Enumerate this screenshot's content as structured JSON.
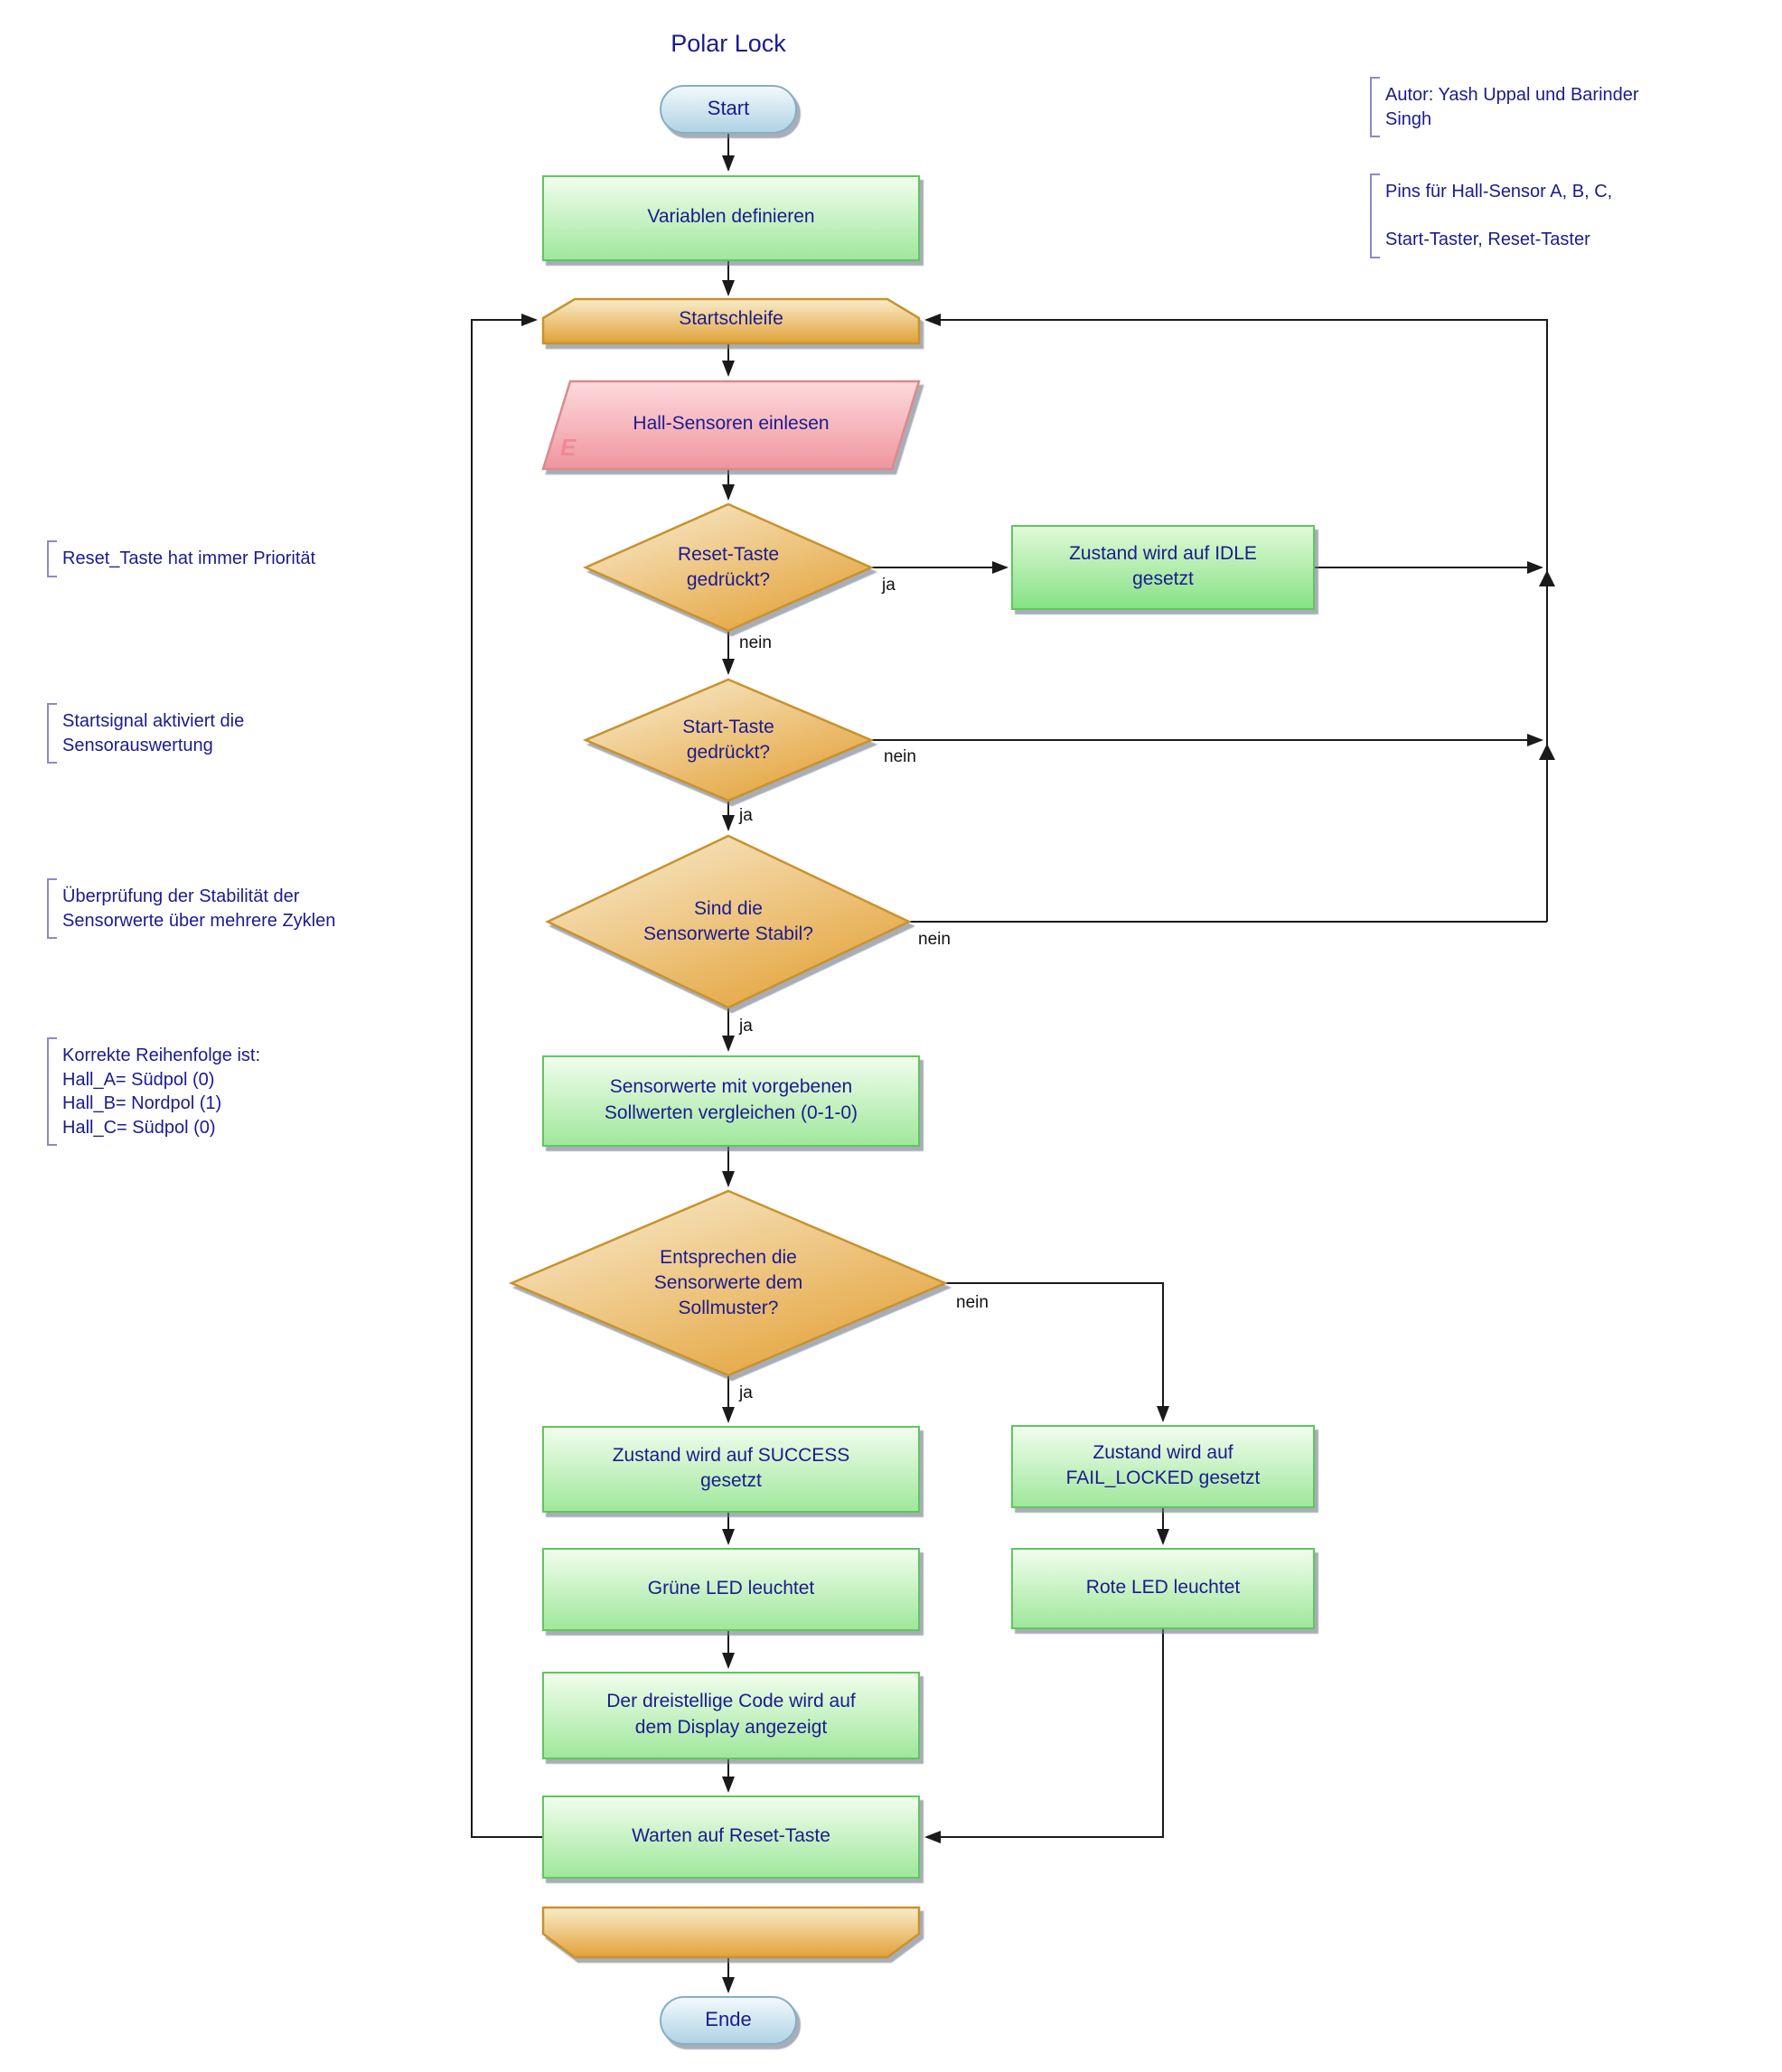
{
  "title": "Polar Lock",
  "colors": {
    "text_navy": "#1b1b8f",
    "edge_label": "#111111",
    "green_fill_light": "#ecfbe8",
    "green_fill_dark": "#9fe79b",
    "green_border": "#5ec75e",
    "orange_fill_light": "#f8ecce",
    "orange_fill_dark": "#e4a33b",
    "orange_border": "#c8922d",
    "pink_fill_light": "#fcd9dc",
    "pink_fill_dark": "#f099a2",
    "pink_border": "#d98b8b",
    "blue_fill_light": "#eff8fc",
    "blue_fill_dark": "#aed2e3",
    "blue_border": "#85afc4",
    "line_color": "#1a1a1a"
  },
  "nodes": {
    "start": {
      "label": "Start"
    },
    "variablen": {
      "label": "Variablen definieren"
    },
    "startschleife": {
      "label": "Startschleife"
    },
    "hall": {
      "label": "Hall-Sensoren einlesen",
      "marker": "E"
    },
    "reset_q": {
      "label": "Reset-Taste\ngedrückt?"
    },
    "idle": {
      "label": "Zustand wird auf IDLE\ngesetzt"
    },
    "start_q": {
      "label": "Start-Taste\ngedrückt?"
    },
    "stabil_q": {
      "label": "Sind die\nSensorwerte Stabil?"
    },
    "sollwert": {
      "label": "Sensorwerte mit vorgebenen\nSollwerten vergleichen (0-1-0)"
    },
    "muster_q": {
      "label": "Entsprechen die\nSensorwerte dem\nSollmuster?"
    },
    "success": {
      "label": "Zustand wird auf SUCCESS\ngesetzt"
    },
    "fail": {
      "label": "Zustand wird auf\nFAIL_LOCKED gesetzt"
    },
    "gruene_led": {
      "label": "Grüne LED leuchtet"
    },
    "rote_led": {
      "label": "Rote LED leuchtet"
    },
    "code": {
      "label": "Der dreistellige Code wird auf\ndem Display angezeigt"
    },
    "warten": {
      "label": "Warten auf Reset-Taste"
    },
    "ende": {
      "label": "Ende"
    }
  },
  "edge_labels": {
    "reset_ja": "ja",
    "reset_nein": "nein",
    "start_nein": "nein",
    "start_ja": "ja",
    "stabil_nein": "nein",
    "stabil_ja": "ja",
    "muster_nein": "nein",
    "muster_ja": "ja"
  },
  "annotations": {
    "autor": "Autor: Yash Uppal und Barinder\nSingh",
    "pins": "Pins für Hall-Sensor A, B, C,\n\nStart-Taster, Reset-Taster",
    "reset_prio": "Reset_Taste hat immer Priorität",
    "startsignal": "Startsignal aktiviert die\nSensorauswertung",
    "stabilitaet": "Überprüfung der Stabilität der\nSensorwerte über mehrere Zyklen",
    "reihenfolge": "Korrekte Reihenfolge ist:\nHall_A= Südpol (0)\nHall_B= Nordpol (1)\nHall_C= Südpol (0)"
  }
}
